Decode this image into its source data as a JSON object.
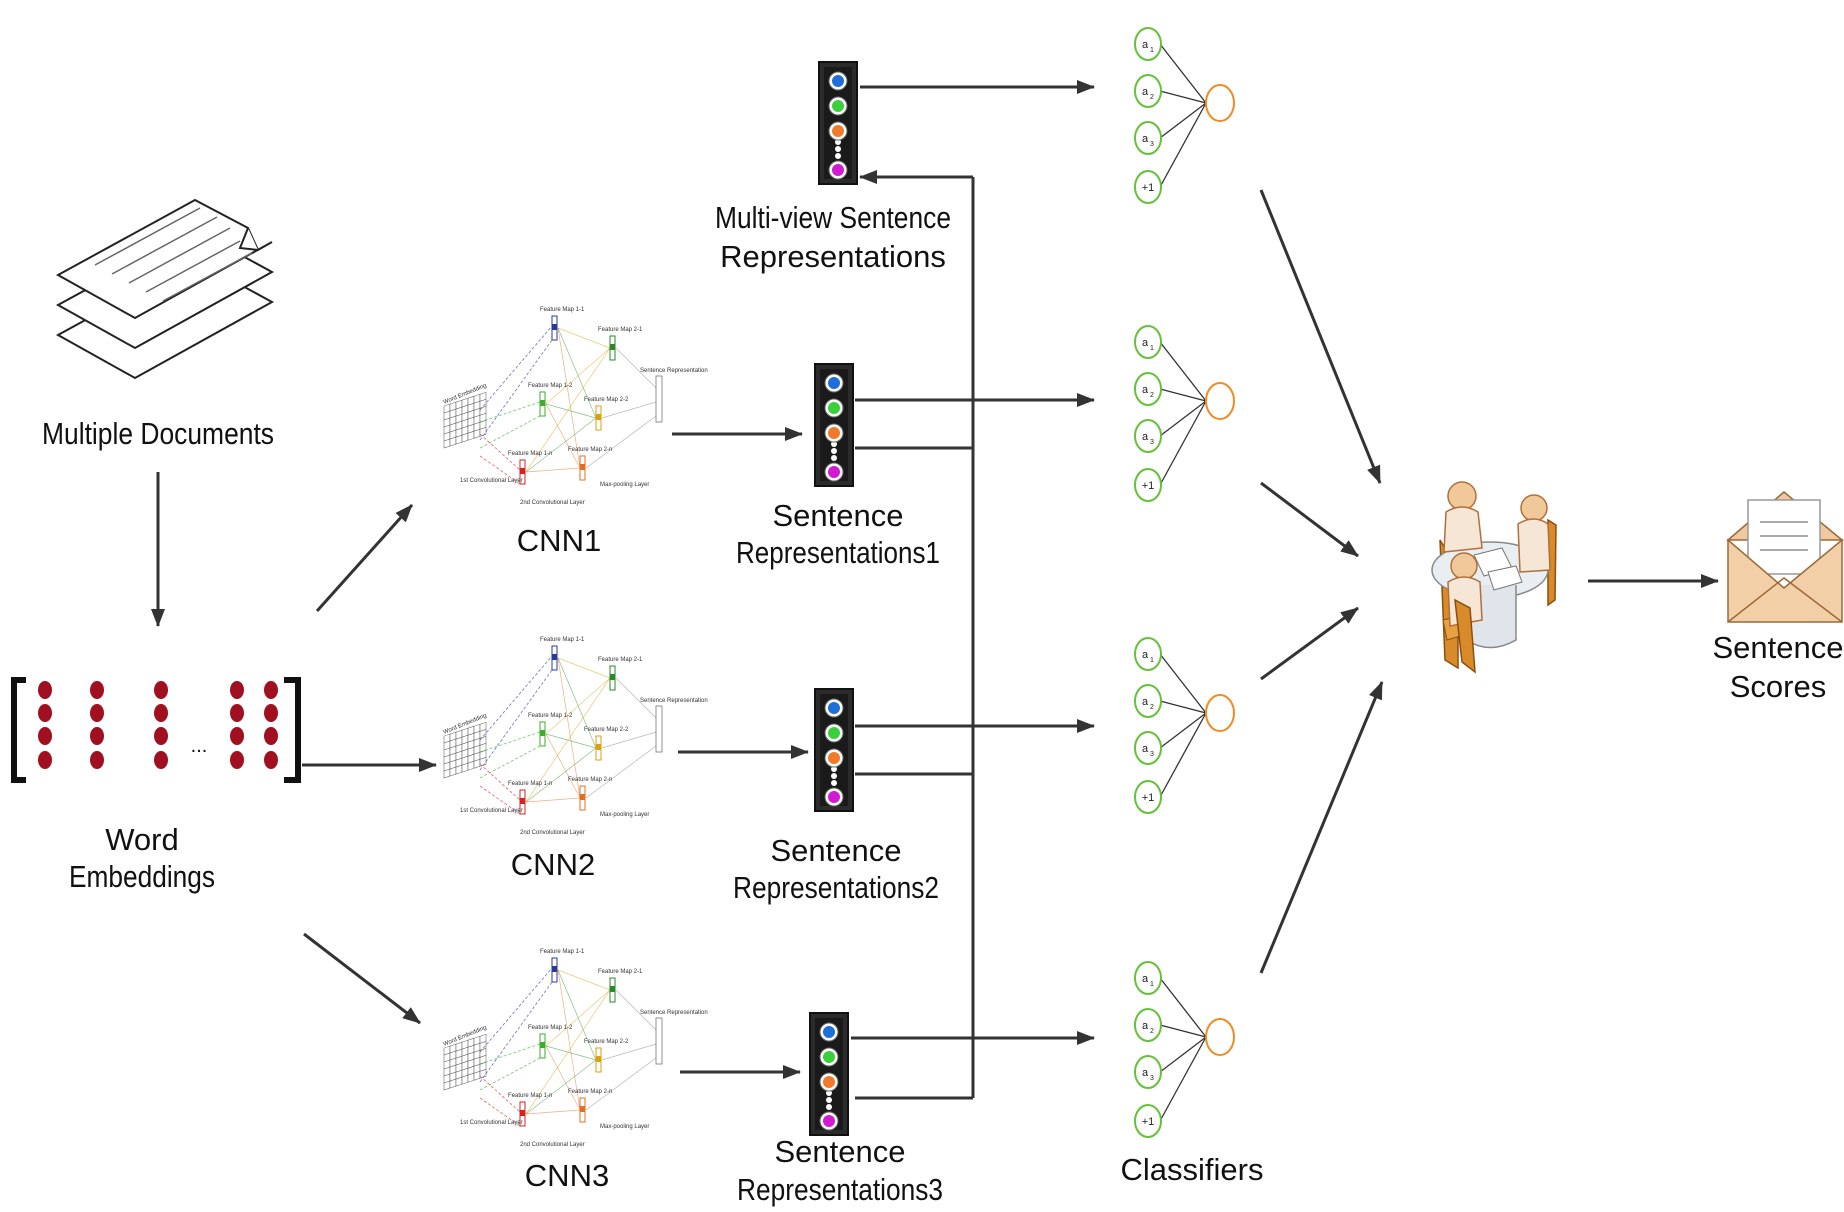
{
  "labels": {
    "multiple_documents": "Multiple Documents",
    "word": "Word",
    "embeddings": "Embeddings",
    "ellipsis": "...",
    "cnn1": "CNN1",
    "cnn2": "CNN2",
    "cnn3": "CNN3",
    "multiview_line1": "Multi-view Sentence",
    "multiview_line2": "Representations",
    "sentence": "Sentence",
    "rep1": "Representations1",
    "rep2": "Representations2",
    "rep3": "Representations3",
    "classifiers": "Classifiers",
    "sentence_scores_line1": "Sentence",
    "sentence_scores_line2": "Scores"
  },
  "classifier_nodes": [
    "a",
    "a",
    "a",
    "+1"
  ],
  "classifier_subscripts": [
    "1",
    "2",
    "3",
    ""
  ],
  "cnn_mini_labels": {
    "word_embedding": "Word Embedding",
    "conv1": "1st Convolutional Layer",
    "conv2": "2nd Convolutional Layer",
    "maxpool": "Max-pooling Layer",
    "sent_rep": "Sentence Representation",
    "fmap11": "Feature Map 1-1",
    "fmap12": "Feature Map 1-2",
    "fmap1n": "Feature Map 1-n",
    "fmap21": "Feature Map 2-1",
    "fmap22": "Feature Map 2-2",
    "fmap2n": "Feature Map 2-n"
  },
  "colors": {
    "stroke": "#333333",
    "node_green": "#66c13a",
    "node_orange": "#f28a22",
    "embedding_dot": "#a01020",
    "dot_blue": "#1e6fd8",
    "dot_green": "#3ccf3c",
    "dot_orange": "#f07a2a",
    "dot_magenta": "#d21ad2"
  },
  "icons": {
    "documents": "documents-stack-icon",
    "meeting": "meeting-table-icon",
    "envelope": "open-envelope-icon"
  }
}
